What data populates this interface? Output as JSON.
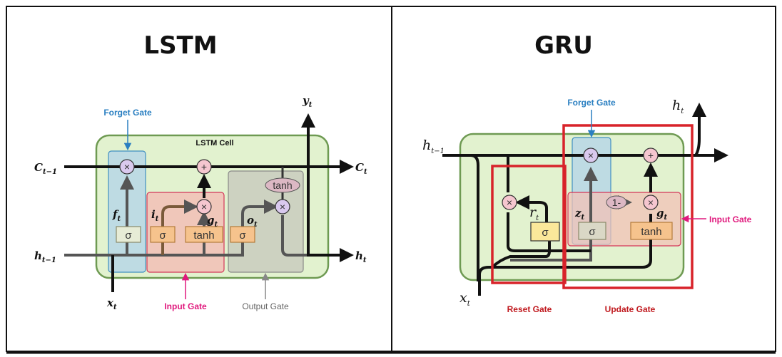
{
  "lstm": {
    "title": "LSTM",
    "cell_title": "LSTM Cell",
    "forget_gate": "Forget Gate",
    "input_gate": "Input Gate",
    "output_gate": "Output Gate",
    "c_prev": "C",
    "c_prev_sub": "t−1",
    "c_next": "C",
    "c_next_sub": "t",
    "h_prev": "h",
    "h_prev_sub": "t−1",
    "h_next": "h",
    "h_next_sub": "t",
    "x_in": "x",
    "x_in_sub": "t",
    "y_out": "y",
    "y_out_sub": "t",
    "f": "f",
    "f_sub": "t",
    "i": "i",
    "i_sub": "t",
    "g": "g",
    "g_sub": "t",
    "o": "o",
    "o_sub": "t",
    "sigma": "σ",
    "tanh": "tanh",
    "mult": "×",
    "plus": "+"
  },
  "gru": {
    "title": "GRU",
    "forget_gate": "Forget Gate",
    "input_gate": "Input Gate",
    "reset_gate": "Reset Gate",
    "update_gate": "Update Gate",
    "h_prev": "h",
    "h_prev_sub": "t−1",
    "h_next": "h",
    "h_next_sub": "t",
    "x_in": "x",
    "x_in_sub": "t",
    "r": "r",
    "r_sub": "t",
    "z": "z",
    "z_sub": "t",
    "g": "g",
    "g_sub": "t",
    "one_minus": "1-",
    "sigma": "σ",
    "tanh": "tanh",
    "mult": "×",
    "plus": "+"
  },
  "colors": {
    "cell_fill": "#e2f2cf",
    "cell_stroke": "#6e9a52",
    "forget_fill": "#b7d7e6",
    "input_fill": "#f2c2b7",
    "output_fill": "#c9ccbe",
    "highlight_red": "#d8232a",
    "blue_label": "#2a7fc1",
    "pink_label": "#e0197d"
  }
}
